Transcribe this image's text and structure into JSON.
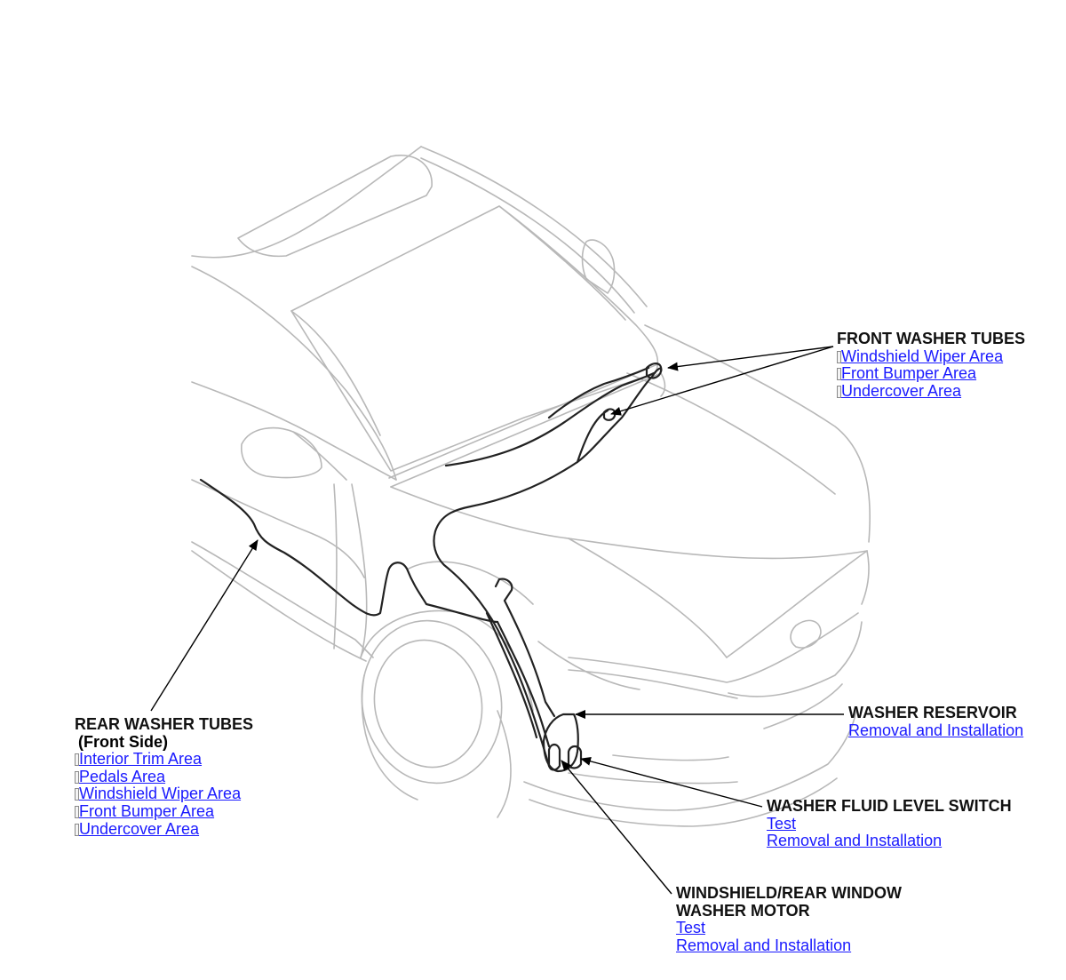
{
  "callouts": {
    "front_washer_tubes": {
      "title": "FRONT WASHER TUBES",
      "links": [
        "Windshield Wiper Area",
        "Front Bumper Area",
        "Undercover Area"
      ],
      "link_marker_icon": "document-marker-icon"
    },
    "rear_washer_tubes": {
      "title": "REAR WASHER TUBES",
      "subtitle": "(Front Side)",
      "links": [
        "Interior Trim Area",
        "Pedals Area",
        "Windshield Wiper Area",
        "Front Bumper Area",
        "Undercover Area"
      ],
      "link_marker_icon": "document-marker-icon"
    },
    "washer_reservoir": {
      "title": "WASHER RESERVOIR",
      "links": [
        "Removal and Installation"
      ]
    },
    "washer_fluid_level_switch": {
      "title": "WASHER FLUID LEVEL SWITCH",
      "links": [
        "Test",
        "Removal and Installation"
      ]
    },
    "washer_motor": {
      "title_line1": "WINDSHIELD/REAR WINDOW",
      "title_line2": "WASHER MOTOR",
      "links": [
        "Test",
        "Removal and Installation"
      ]
    }
  },
  "colors": {
    "link": "#1a1aff",
    "label": "#000000",
    "car_outline": "#b8b8b8",
    "tube_line": "#222222"
  }
}
